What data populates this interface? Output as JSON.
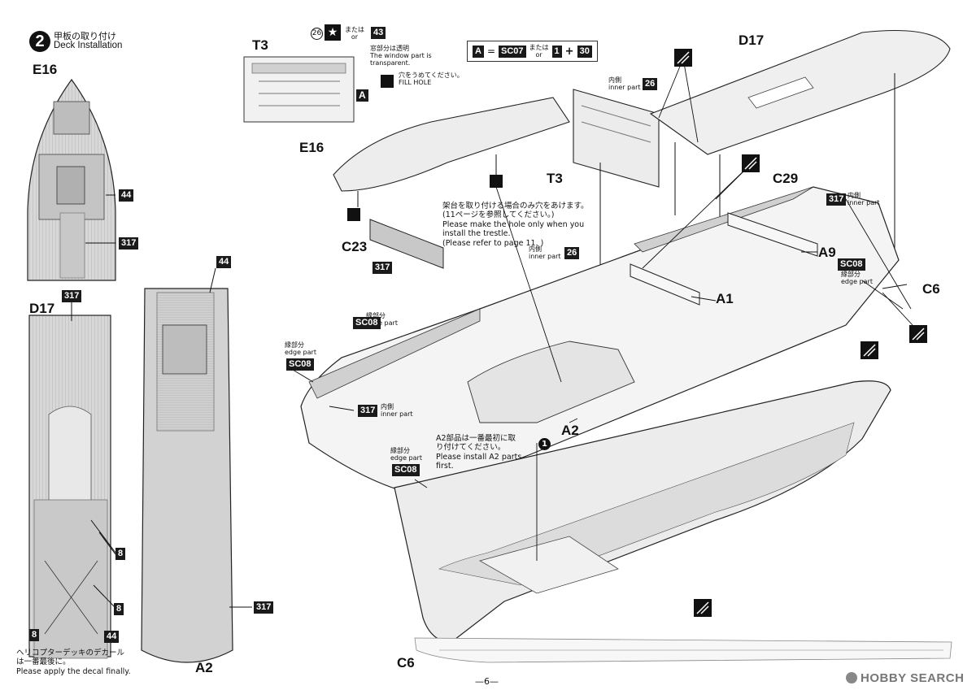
{
  "step": {
    "number": "2",
    "title_jp": "甲板の取り付け",
    "title_en": "Deck Installation"
  },
  "parts": {
    "e16": "E16",
    "d17": "D17",
    "a2": "A2",
    "t3": "T3",
    "c23": "C23",
    "c29": "C29",
    "a9": "A9",
    "a1": "A1",
    "c6": "C6"
  },
  "colors": {
    "badge_317": "317",
    "badge_44": "44",
    "badge_8": "8",
    "badge_26": "26",
    "badge_sc08": "SC08",
    "badge_43": "43",
    "badge_sc07": "SC07",
    "badge_1": "1",
    "badge_30": "30",
    "circle_26": "26"
  },
  "notes": {
    "or_jp": "または",
    "or_en": "or",
    "plus": "+",
    "equals": "=",
    "formula_a": "A",
    "window_jp": "窓部分は透明",
    "window_en1": "The window part is",
    "window_en2": "transparent.",
    "fill_jp": "穴をうめてください。",
    "fill_en": "FILL HOLE",
    "inner_jp": "内側",
    "inner_en": "inner part",
    "edge_jp": "縁部分",
    "edge_en": "edge part",
    "trestle_jp1": "架台を取り付ける場合のみ穴をあけます。",
    "trestle_jp2": "(11ページを参照してください。)",
    "trestle_en1": "Please make the hole only when you",
    "trestle_en2": "install the trestle.",
    "trestle_en3": "(Please refer to page 11. )",
    "a2_jp1": "A2部品は一番最初に取",
    "a2_jp2": "り付けてください。",
    "a2_en1": "Please install A2 parts",
    "a2_en2": "first.",
    "heli_jp1": "ヘリコプターデッキのデカール",
    "heli_jp2": "は一番最後に。",
    "heli_en": "Please apply the decal finally.",
    "callout_1": "1",
    "page": "—6—",
    "watermark": "HOBBY SEARCH"
  }
}
